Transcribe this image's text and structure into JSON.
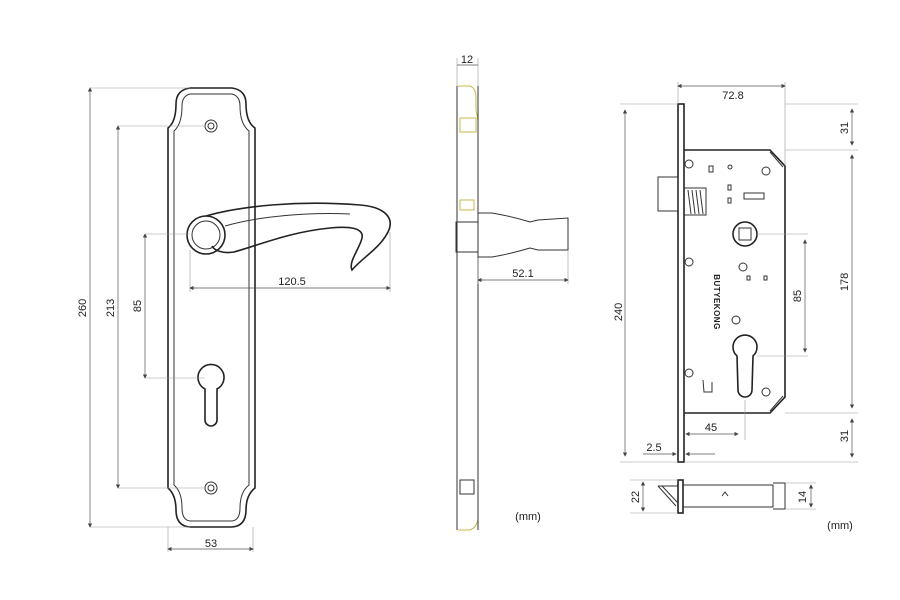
{
  "front_view": {
    "dims": {
      "height_total": "260",
      "screw_spacing": "213",
      "handle_to_key": "85",
      "handle_length": "120.5",
      "width": "53"
    }
  },
  "side_view": {
    "dims": {
      "thickness": "12",
      "projection": "52.1"
    },
    "unit": "(mm)"
  },
  "lock_body": {
    "dims": {
      "backset_width": "72.8",
      "top_offset": "31",
      "faceplate_length": "240",
      "case_height": "178",
      "center_distance": "85",
      "backset": "45",
      "faceplate_thickness": "2.5",
      "bottom_offset": "31",
      "faceplate_width": "22",
      "body_thickness": "14"
    },
    "logo_text": "BUTYEKONG",
    "unit": "(mm)"
  },
  "colors": {
    "line": "#333333",
    "accent_plate": "#c9b84a"
  }
}
